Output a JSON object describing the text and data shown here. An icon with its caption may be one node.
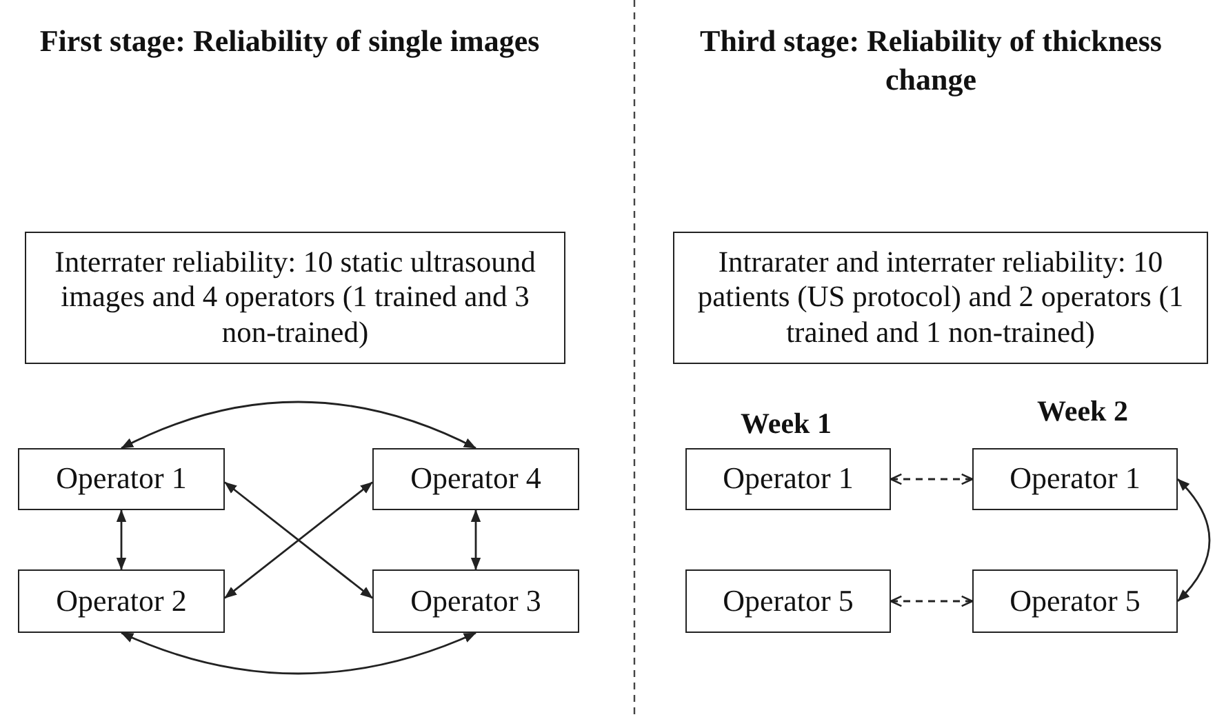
{
  "diagram": {
    "nodes": [
      {
        "text": [
          "Interrater reliability: 10 static ultrasound images and 4 operators (1 trained and 3 non-trained)"
        ]
      },
      {
        "text": [
          "Operator 1"
        ]
      },
      {
        "text": [
          "Operator 4"
        ]
      },
      {
        "text": [
          "Operator 2"
        ]
      },
      {
        "text": [
          "Operator 3"
        ]
      },
      {
        "text": [
          "Intrarater and interrater reliability: 10 patients (US protocol) and 2 operators (1 trained and 1 non-trained)"
        ]
      },
      {
        "text": [
          "Operator 1"
        ]
      },
      {
        "text": [
          "Operator 1"
        ]
      },
      {
        "text": [
          "Operator 5"
        ]
      },
      {
        "text": [
          "Operator 5"
        ]
      }
    ],
    "edges": [
      {
        "from": 1,
        "to": 2,
        "arrow": "both"
      },
      {
        "from": 1,
        "to": 3,
        "arrow": "both"
      },
      {
        "from": 1,
        "to": 4,
        "arrow": "both"
      },
      {
        "from": 2,
        "to": 3,
        "arrow": "both"
      },
      {
        "from": 2,
        "to": 4,
        "arrow": "both"
      },
      {
        "from": 3,
        "to": 4,
        "arrow": "both"
      },
      {
        "from": 6,
        "to": 7,
        "arrow": "both",
        "style": "dashed"
      },
      {
        "from": 7,
        "to": 9,
        "arrow": "both"
      },
      {
        "from": 8,
        "to": 9,
        "arrow": "both",
        "style": "dashed"
      }
    ],
    "labels": [
      "First stage: Reliability of single images",
      "Third stage: Reliability of thickness change",
      "Week 1",
      "Week 2"
    ]
  }
}
